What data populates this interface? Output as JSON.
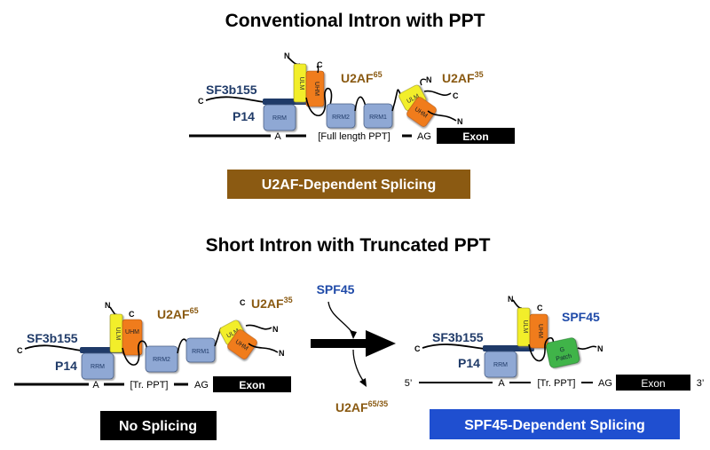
{
  "titles": {
    "top": "Conventional Intron with PPT",
    "bottom": "Short Intron with Truncated PPT"
  },
  "labels": {
    "sf3b155": "SF3b155",
    "p14": "P14",
    "u2af65": "U2AF",
    "u2af65_sup": "65",
    "u2af35": "U2AF",
    "u2af35_sup": "35",
    "spf45": "SPF45",
    "u2af6535": "U2AF",
    "u2af6535_sup": "65/35",
    "c": "C",
    "n": "N"
  },
  "domains": {
    "rrm": "RRM",
    "rrm1": "RRM1",
    "rrm2": "RRM2",
    "uhm": "UHM",
    "ulm": "ULM",
    "g_patch_1": "G",
    "g_patch_2": "Patch"
  },
  "sequence": {
    "branch": "A",
    "full_ppt": "[Full length PPT]",
    "tr_ppt": "[Tr. PPT]",
    "ag": "AG",
    "exon": "Exon",
    "five_prime": "5’",
    "three_prime": "3’"
  },
  "outcomes": {
    "u2af_dependent": "U2AF-Dependent Splicing",
    "no_splicing": "No Splicing",
    "spf45_dependent": "SPF45-Dependent Splicing"
  },
  "colors": {
    "u2af_box": "#8b5a12",
    "no_splicing_box": "#000000",
    "spf45_box": "#1f4fd0",
    "rrm_fill": "#8fa8d4",
    "uhm_fill": "#f07c1e",
    "ulm_fill": "#f2ee2a",
    "gpatch_fill": "#3fb44a",
    "sf3b_bar": "#1f3a68"
  }
}
